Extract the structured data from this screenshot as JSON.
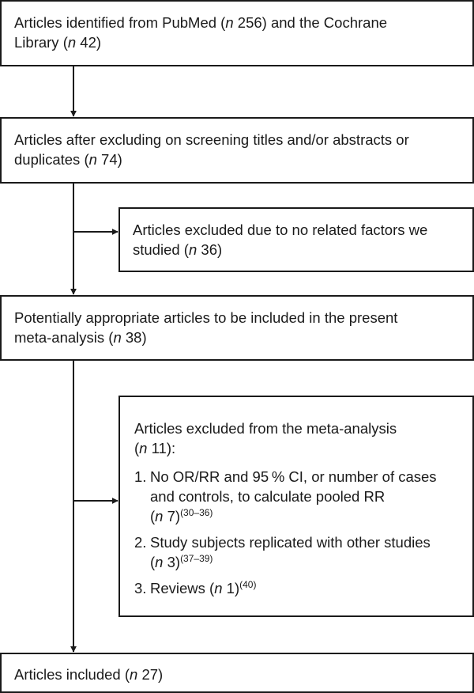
{
  "flowchart": {
    "box1": {
      "line1_pre": "Articles identified from PubMed (",
      "n_symbol": "n",
      "line1_val": " 256) and the Cochrane",
      "line2_pre": "Library (",
      "line2_val": " 42)"
    },
    "box2": {
      "line1": "Articles after excluding on screening titles and/or abstracts or",
      "line2_pre": "duplicates (",
      "n_symbol": "n",
      "line2_val": " 74)"
    },
    "box3": {
      "line1": "Articles excluded due to no related factors we",
      "line2_pre": "studied (",
      "n_symbol": "n",
      "line2_val": " 36)"
    },
    "box4": {
      "line1": "Potentially appropriate articles to be included in the present",
      "line2_pre": "meta-analysis (",
      "n_symbol": "n",
      "line2_val": " 38)"
    },
    "box5": {
      "title_line1": "Articles excluded from the meta-analysis",
      "title_line2_pre": "(",
      "n_symbol": "n",
      "title_line2_val": " 11):",
      "items": [
        {
          "number": "1.",
          "line1": "No OR/RR and 95 % CI, or number of cases",
          "line2": "and controls, to calculate pooled RR",
          "line3_pre": "(",
          "line3_val": " 7)",
          "ref": "(30–36)"
        },
        {
          "number": "2.",
          "line1": "Study subjects replicated with other studies",
          "line2_pre": "(",
          "line2_val": " 3)",
          "ref": "(37–39)"
        },
        {
          "number": "3.",
          "line1_pre": "Reviews (",
          "line1_val": " 1)",
          "ref": "(40)"
        }
      ]
    },
    "box6": {
      "line1_pre": "Articles included (",
      "n_symbol": "n",
      "line1_val": " 27)"
    }
  }
}
